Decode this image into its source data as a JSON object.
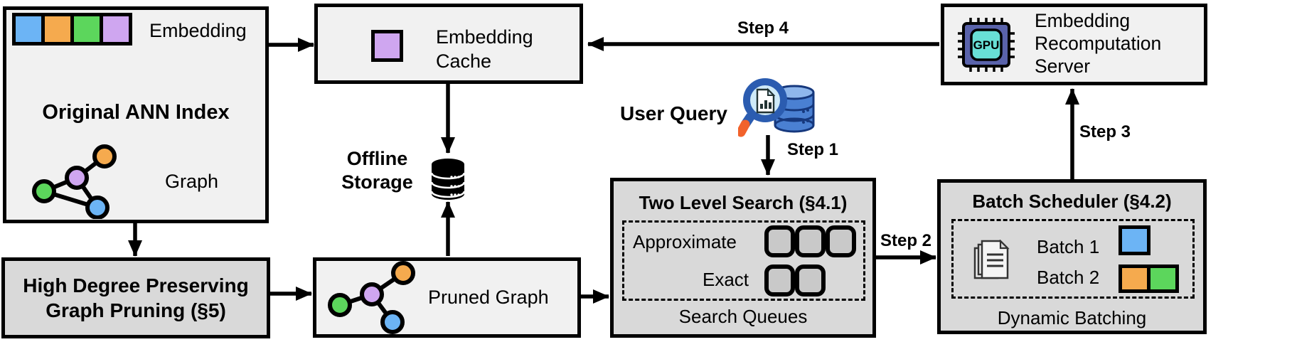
{
  "original_index": {
    "embedding_label": "Embedding",
    "title": "Original ANN Index",
    "graph_label": "Graph"
  },
  "high_degree_pruning": {
    "line1": "High Degree Preserving",
    "line2": "Graph Pruning (§5)"
  },
  "embedding_cache": {
    "line1": "Embedding",
    "line2": "Cache"
  },
  "offline_storage": {
    "line1": "Offline",
    "line2": "Storage"
  },
  "pruned_graph": {
    "label": "Pruned Graph"
  },
  "user_query": {
    "label": "User Query"
  },
  "steps": {
    "s1": "Step 1",
    "s2": "Step 2",
    "s3": "Step 3",
    "s4": "Step 4"
  },
  "two_level_search": {
    "title": "Two Level Search (§4.1)",
    "approximate_label": "Approximate",
    "exact_label": "Exact",
    "caption": "Search Queues",
    "approximate_slots": 3,
    "exact_slots": 2
  },
  "batch_scheduler": {
    "title": "Batch Scheduler (§4.2)",
    "batch1_label": "Batch 1",
    "batch2_label": "Batch 2",
    "caption": "Dynamic Batching"
  },
  "recomputation_server": {
    "line1": "Embedding",
    "line2": "Recomputation",
    "line3": "Server",
    "gpu_label": "GPU"
  },
  "colors": {
    "blue": "#6CB4F5",
    "orange": "#F5AA4E",
    "green": "#5CD65C",
    "purple": "#CFA6F0",
    "box_light": "#F1F1F1",
    "box_dark": "#D9D9D9",
    "border": "#000000",
    "gpu_chip": "#5A63AB",
    "gpu_core": "#68E0D6",
    "query_db": "#4A80D2",
    "handle_orange": "#F2622B"
  }
}
